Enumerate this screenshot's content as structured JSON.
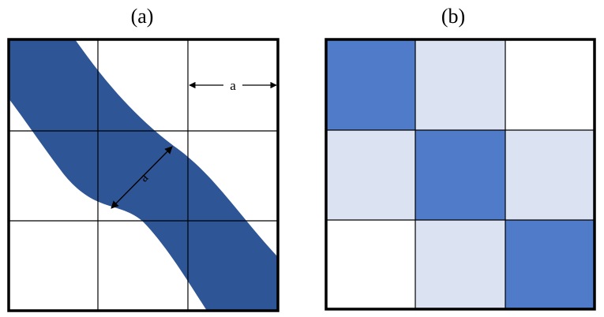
{
  "panels": {
    "a": {
      "title": "(a)",
      "band_color": "#2e5595",
      "dimension_label_horizontal": "a",
      "dimension_label_diagonal": "a"
    },
    "b": {
      "title": "(b)",
      "dark_color": "#4f7bc8",
      "light_color": "#dbe3f3",
      "cells": [
        [
          "dark",
          "light",
          "white"
        ],
        [
          "light",
          "dark",
          "light"
        ],
        [
          "white",
          "light",
          "dark"
        ]
      ]
    }
  }
}
